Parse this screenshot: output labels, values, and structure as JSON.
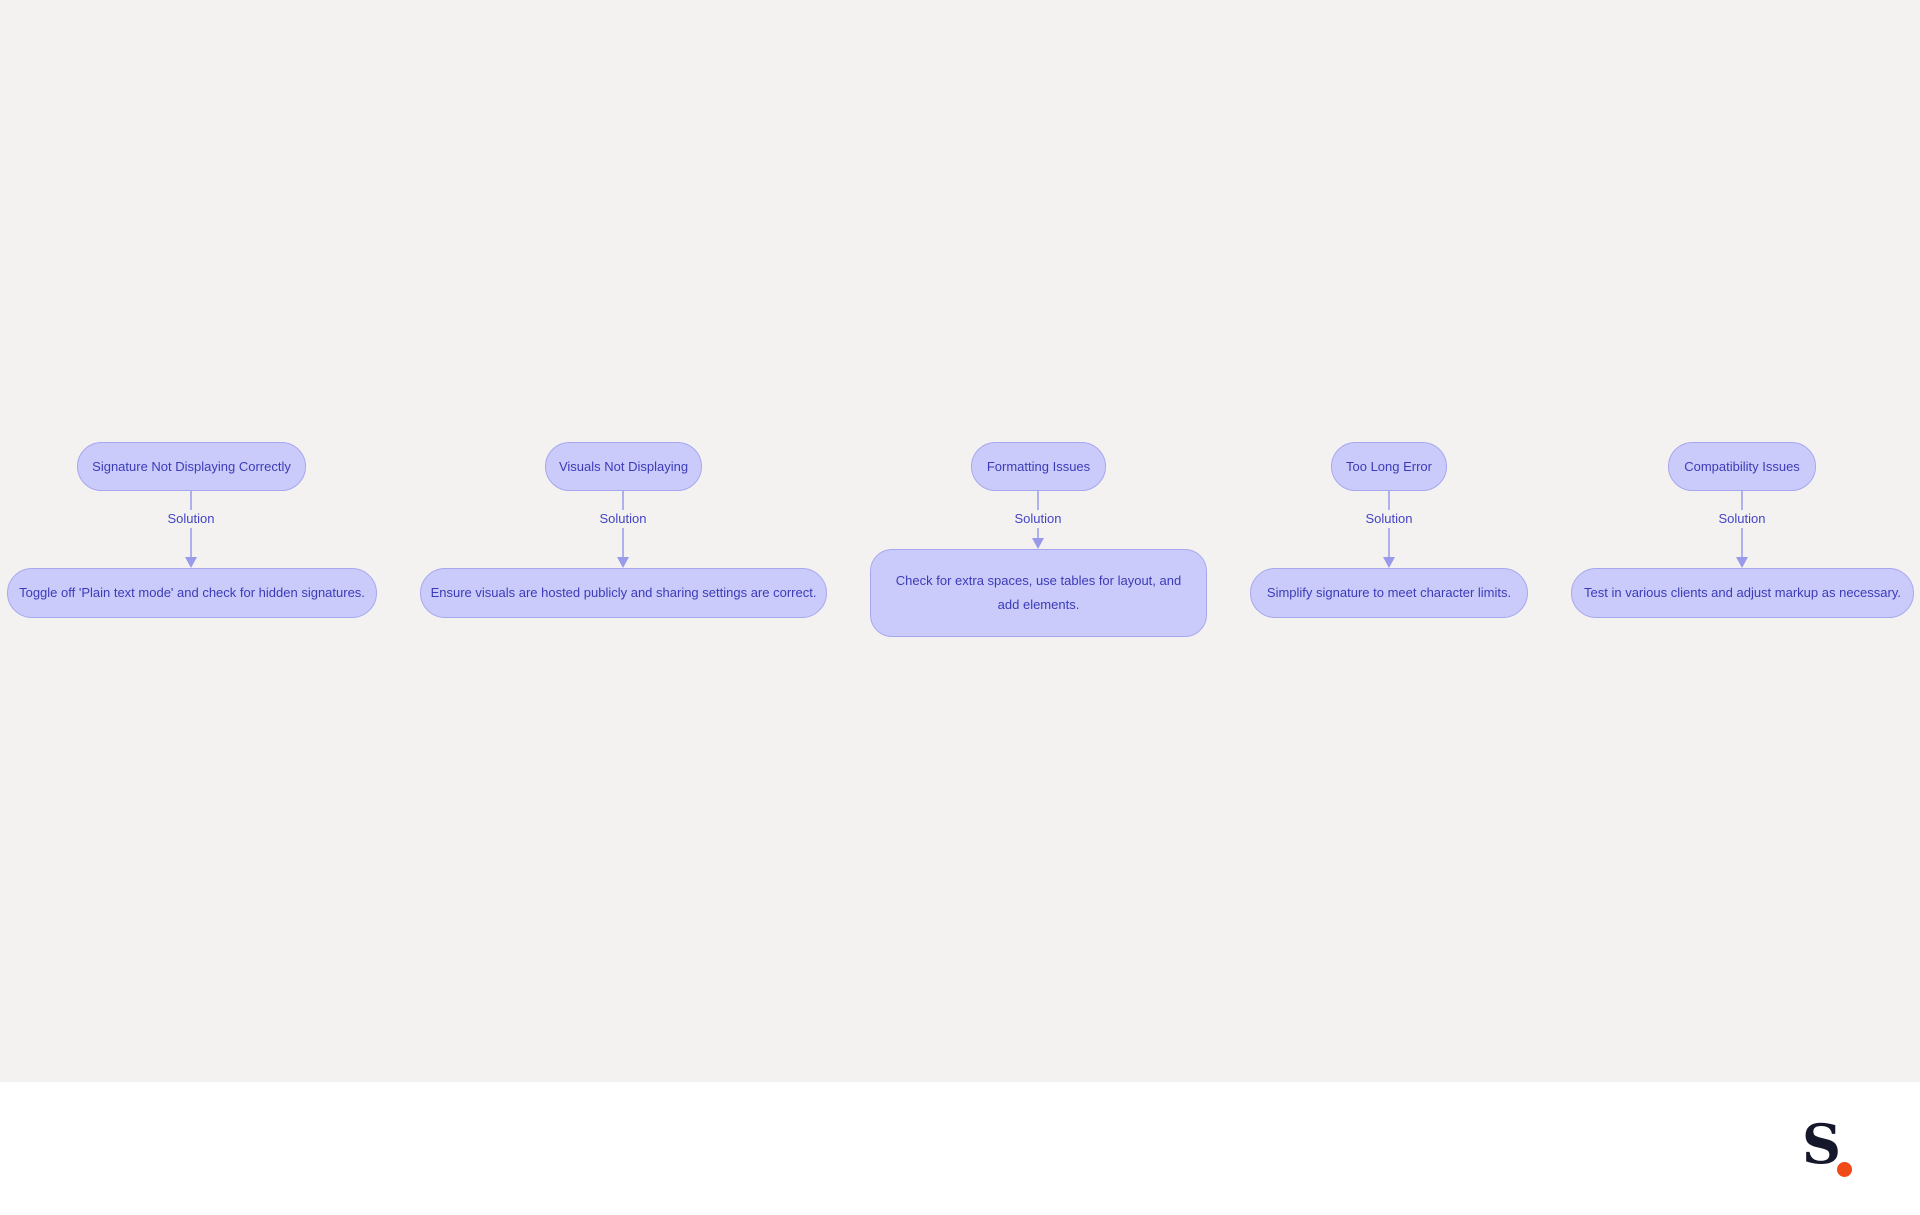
{
  "diagram": {
    "groups": [
      {
        "problem": "Signature Not Displaying Correctly",
        "edge_label": "Solution",
        "solution": "Toggle off 'Plain text mode' and check for hidden signatures."
      },
      {
        "problem": "Visuals Not Displaying",
        "edge_label": "Solution",
        "solution": "Ensure visuals are hosted publicly and sharing settings are correct."
      },
      {
        "problem": "Formatting Issues",
        "edge_label": "Solution",
        "solution": "Check for extra spaces, use tables for layout, and add elements."
      },
      {
        "problem": "Too Long Error",
        "edge_label": "Solution",
        "solution": "Simplify signature to meet character limits."
      },
      {
        "problem": "Compatibility Issues",
        "edge_label": "Solution",
        "solution": "Test in various clients and adjust markup as necessary."
      }
    ],
    "colors": {
      "node_fill": "#cbcbfb",
      "node_border": "#a7a7ee",
      "node_text": "#3b3bb8",
      "edge": "#9a9aea",
      "background": "#f3f2f1"
    }
  },
  "footer": {
    "logo_text": "S",
    "logo_dot_color": "#f04a17"
  }
}
